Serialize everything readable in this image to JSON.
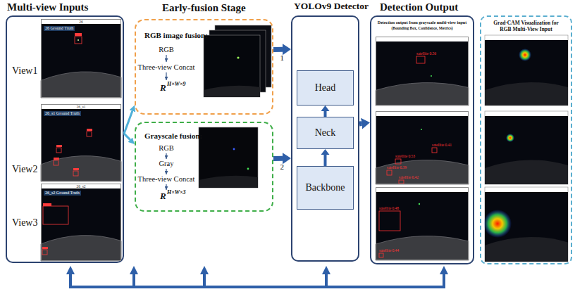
{
  "diagram": {
    "nodes": [
      {
        "text": [
          "Multi-view Inputs"
        ]
      },
      {
        "text": [
          "26",
          "26 Ground Truth"
        ],
        "in": 0
      },
      {
        "text": [
          "26_s1",
          "26_s1 Ground Truth"
        ],
        "in": 0
      },
      {
        "text": [
          "26_s2",
          "26_s2 Ground Truth"
        ],
        "in": 0
      },
      {
        "text": [
          "RGB image fusion:",
          "RGB",
          "Three-view Concat",
          "R",
          "H×W×9"
        ]
      },
      {
        "text": [
          "Grayscale fusion:",
          "RGB",
          "Gray",
          "Three-view Concat",
          "R",
          "H×W×3"
        ]
      },
      {
        "text": [
          "YOLOv9 Detector"
        ]
      },
      {
        "text": [
          "Head"
        ],
        "in": 6
      },
      {
        "text": [
          "Neck"
        ],
        "in": 6
      },
      {
        "text": [
          "Backbone"
        ],
        "in": 6
      },
      {
        "text": [
          "Detection Output",
          "Detection output from grayscale multi-view input",
          "(Bounding Box, Confidence, Metrics)"
        ]
      },
      {
        "text": [
          "satellite 0.56"
        ],
        "in": 10
      },
      {
        "text": [
          "satellite 0.41",
          "satellite 0.53",
          "satellite 0.39",
          "satellite 0.42"
        ],
        "in": 10
      },
      {
        "text": [
          "satellite 0.48",
          "satellite 0.44"
        ],
        "in": 10
      },
      {
        "text": [
          "Grad-CAM Visualization for RGB Multi-View Input"
        ]
      }
    ],
    "edges": [
      {
        "from": 0,
        "to": 4,
        "arrow": "to"
      },
      {
        "from": 0,
        "to": 5,
        "arrow": "to"
      },
      {
        "from": 4,
        "to": 6,
        "label": "1",
        "arrow": "to"
      },
      {
        "from": 5,
        "to": 6,
        "label": "2",
        "arrow": "to"
      },
      {
        "from": 9,
        "to": 8,
        "arrow": "to"
      },
      {
        "from": 8,
        "to": 7,
        "arrow": "to"
      },
      {
        "from": 6,
        "to": 10,
        "arrow": "to"
      }
    ],
    "labels": [
      "View1",
      "View2",
      "View3",
      "Early-fusion Stage"
    ]
  }
}
